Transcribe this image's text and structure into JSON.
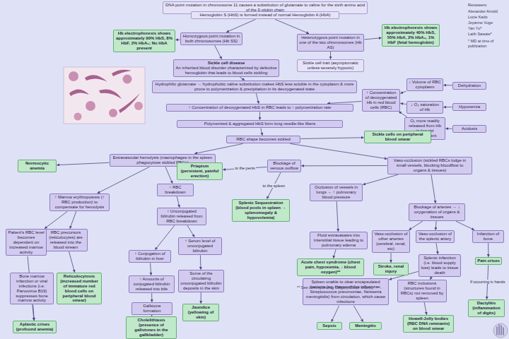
{
  "diagram": {
    "nodes": [
      {
        "text": [
          "DNA point mutation in chromosome 11 causes a substitution of glutamate to valine for the sixth amino acid of the β-globin chain"
        ]
      },
      {
        "text": [
          "Hemoglobin S (HbS) is formed instead of normal Hemoglobin A (HbA)"
        ]
      },
      {
        "text": [
          "Homozygous point mutation in both chromosomes (Hb SS)"
        ]
      },
      {
        "text": [
          "Hb electrophoresis shows approximately 90% HbS, 8% HbF, 2% HbA₂; No HbA present"
        ]
      },
      {
        "text": [
          "Heterozygous point mutation in one of the two chromosomes (Hb AS)"
        ]
      },
      {
        "text": [
          "Hb electrophoresis shows approximately 40% HbS, 55% HbA, 2% HbA₂, 1% HbF (fetal hemoglobin)"
        ]
      },
      {
        "text": [
          "Sickle cell disease",
          "An inherited blood disorder characterized by defective hemoglobin that leads to blood cells sickling"
        ]
      },
      {
        "text": [
          "Sickle cell trait (asymptomatic unless severely hypoxic)"
        ]
      },
      {
        "text": [
          "Hydrophilic glutamate → hydrophobic valine substitution makes HbS less soluble in the cytoplasm & more prone to polymerization & precipitation in its deoxygenated state"
        ]
      },
      {
        "text": [
          "Dehydration"
        ]
      },
      {
        "text": [
          "↓ Volume of RBC cytoplasm"
        ]
      },
      {
        "text": [
          "↑ Concentration of deoxygenated Hb in red blood cells (RBC)"
        ]
      },
      {
        "text": [
          "Hypoxemia"
        ]
      },
      {
        "text": [
          "↓ O₂ saturation of Hb"
        ]
      },
      {
        "text": [
          "Acidosis"
        ]
      },
      {
        "text": [
          "O₂ more readily released from Hb in low pH environment"
        ]
      },
      {
        "text": [
          "↑ Concentration of deoxygenated HbS in RBC leads to ↑ polymerization rate"
        ]
      },
      {
        "text": [
          "Polymerized & aggregated HbS form long needle-like fibers"
        ]
      },
      {
        "text": [
          "RBC shape becomes sickled"
        ]
      },
      {
        "text": [
          "Sickle cells on peripheral blood smear"
        ]
      },
      {
        "text": [
          "Extravascular hemolysis (macrophages in the spleen phagocytose sickled RBCs)"
        ]
      },
      {
        "text": [
          "Normocytic anemia"
        ]
      },
      {
        "text": [
          "Priapism (persistent, painful erection)"
        ]
      },
      {
        "text": [
          "Blockage of venous outflow"
        ]
      },
      {
        "text": [
          "Vaso-occlusion (sickled RBCs lodge in small vessels, blocking bloodflow to organs & tissues)"
        ]
      },
      {
        "text": [
          "↑ Marrow erythropoiesis (↑ RBC production) to compensate for hemolysis"
        ]
      },
      {
        "text": [
          "↑ RBC breakdown"
        ]
      },
      {
        "text": [
          "Occlusion of vessels in lungs → ↑ pulmonary blood pressure"
        ]
      },
      {
        "text": [
          "Splenic Sequestration (blood pools in spleen → splenomegaly & hypovolemia)"
        ]
      },
      {
        "text": [
          "Blockage of arteries → ↓ oxygenation of organs & tissues"
        ]
      },
      {
        "text": [
          "↑ Unconjugated bilirubin released from RBC breakdown"
        ]
      },
      {
        "text": [
          "RBC precursors (reticulocytes) are released into the blood stream"
        ]
      },
      {
        "text": [
          "Patient's RBC level becomes dependent on increased marrow activity"
        ]
      },
      {
        "text": [
          "Fluid extravasates into interstitial tissue leading to pulmonary edema"
        ]
      },
      {
        "text": [
          "Vaso-occlusion of other arteries (cerebral, renal, etc)"
        ]
      },
      {
        "text": [
          "Vaso-occlusion of the splenic artery"
        ]
      },
      {
        "text": [
          "Infarction of bone"
        ]
      },
      {
        "text": [
          "↑ Serum level of unconjugated bilirubin"
        ]
      },
      {
        "text": [
          "↑ Conjugation of bilirubin in liver"
        ]
      },
      {
        "text": [
          "Acute chest syndrome (chest pain, hypoxemia, ↓ blood oxygen)**"
        ]
      },
      {
        "text": [
          "Stroke, renal injury"
        ]
      },
      {
        "text": [
          "Splenic infarction (i.e. blood supply loss) leads to tissue death"
        ]
      },
      {
        "text": [
          "Pain crises"
        ]
      },
      {
        "text": [
          "Some of the circulating unconjugated bilirubin deposits in the skin"
        ]
      },
      {
        "text": [
          "↑ Amounts of conjugated bilirubin released into bile"
        ]
      },
      {
        "text": [
          "Reticulocytosis (increased number of immature red blood cells on peripheral blood smear)"
        ]
      },
      {
        "text": [
          "Bone marrow infarction or viral infections (i.e. Parvovirus B19) suppresses bone marrow activity"
        ]
      },
      {
        "text": [
          "Spleen unable to clear encapsulated bacteria (eg. Haemophilus influenzae, Streptococcus pneumoniae, Neisseria meningitidis) from circulation, which cause infections"
        ]
      },
      {
        "text": [
          "RBC inclusions (structures found in RBCs) not removed by spleen"
        ]
      },
      {
        "text": [
          "Gallstone formation"
        ]
      },
      {
        "text": [
          "Jaundice (yellowing of skin)"
        ]
      },
      {
        "text": [
          "Dactylitis (inflammation of digits)"
        ]
      },
      {
        "text": [
          "Cholelithiasis (presence of gallstones in the gallbladder)"
        ]
      },
      {
        "text": [
          "Aplastic crises (profound anemia)"
        ]
      },
      {
        "text": [
          "Sepsis"
        ]
      },
      {
        "text": [
          "Meningitis"
        ]
      },
      {
        "text": [
          "Howell-Jolly bodies (RBC DNA remnants) on blood smear"
        ]
      }
    ],
    "edges": [
      {
        "from": 0,
        "to": 1,
        "arrow": "to"
      },
      {
        "from": 1,
        "to": 2,
        "arrow": "to"
      },
      {
        "from": 1,
        "to": 4,
        "arrow": "to"
      },
      {
        "from": 2,
        "to": 3,
        "arrow": "to"
      },
      {
        "from": 2,
        "to": 6,
        "arrow": "to"
      },
      {
        "from": 4,
        "to": 5,
        "arrow": "to"
      },
      {
        "from": 4,
        "to": 7,
        "arrow": "to"
      },
      {
        "from": 6,
        "to": 8,
        "arrow": "to"
      },
      {
        "from": 8,
        "to": 16,
        "arrow": "to"
      },
      {
        "from": 9,
        "to": 10,
        "arrow": "to"
      },
      {
        "from": 10,
        "to": 11,
        "arrow": "to"
      },
      {
        "from": 12,
        "to": 13,
        "arrow": "to"
      },
      {
        "from": 13,
        "to": 11,
        "arrow": "to"
      },
      {
        "from": 14,
        "to": 15,
        "arrow": "to"
      },
      {
        "from": 15,
        "to": 11,
        "arrow": "to"
      },
      {
        "from": 11,
        "to": 16,
        "arrow": "to"
      },
      {
        "from": 16,
        "to": 17,
        "arrow": "to"
      },
      {
        "from": 17,
        "to": 18,
        "arrow": "to"
      },
      {
        "from": 18,
        "to": 19,
        "arrow": "to"
      },
      {
        "from": 18,
        "to": 20,
        "arrow": "to"
      },
      {
        "from": 18,
        "to": 24,
        "arrow": "to"
      },
      {
        "from": 20,
        "to": 21,
        "arrow": "to"
      },
      {
        "from": 20,
        "to": 25,
        "arrow": "to"
      },
      {
        "from": 20,
        "to": 26,
        "arrow": "to"
      },
      {
        "from": 24,
        "to": 23,
        "arrow": "to"
      },
      {
        "from": 23,
        "to": 22,
        "label": "to the penis",
        "arrow": "to"
      },
      {
        "from": 23,
        "to": 28,
        "label": "to the spleen",
        "arrow": "to"
      },
      {
        "from": 24,
        "to": 27,
        "arrow": "to"
      },
      {
        "from": 24,
        "to": 29,
        "arrow": "to"
      },
      {
        "from": 25,
        "to": 31,
        "arrow": "to"
      },
      {
        "from": 25,
        "to": 32,
        "arrow": "to"
      },
      {
        "from": 26,
        "to": 30,
        "arrow": "to"
      },
      {
        "from": 30,
        "to": 37,
        "arrow": "to"
      },
      {
        "from": 30,
        "to": 38,
        "arrow": "to"
      },
      {
        "from": 27,
        "to": 33,
        "arrow": "to"
      },
      {
        "from": 33,
        "to": 39,
        "arrow": "to"
      },
      {
        "from": 29,
        "to": 34,
        "arrow": "to"
      },
      {
        "from": 29,
        "to": 35,
        "arrow": "to"
      },
      {
        "from": 29,
        "to": 36,
        "arrow": "to"
      },
      {
        "from": 34,
        "to": 40,
        "arrow": "to"
      },
      {
        "from": 35,
        "to": 41,
        "arrow": "to"
      },
      {
        "from": 36,
        "to": 42,
        "arrow": "to"
      },
      {
        "from": 37,
        "to": 43,
        "arrow": "to"
      },
      {
        "from": 43,
        "to": 50,
        "arrow": "to"
      },
      {
        "from": 38,
        "to": 44,
        "arrow": "to"
      },
      {
        "from": 44,
        "to": 49,
        "arrow": "to"
      },
      {
        "from": 49,
        "to": 52,
        "arrow": "to"
      },
      {
        "from": 31,
        "to": 45,
        "arrow": "to"
      },
      {
        "from": 32,
        "to": 53,
        "arrow": "to"
      },
      {
        "from": 46,
        "to": 53,
        "arrow": "to"
      },
      {
        "from": 41,
        "to": 47,
        "arrow": "to"
      },
      {
        "from": 41,
        "to": 48,
        "arrow": "to"
      },
      {
        "from": 47,
        "to": 54,
        "arrow": "to"
      },
      {
        "from": 47,
        "to": 55,
        "arrow": "to"
      },
      {
        "from": 48,
        "to": 56,
        "arrow": "to"
      },
      {
        "from": 42,
        "to": 51,
        "label": "If occurring in hands",
        "arrow": "to"
      }
    ],
    "labels": [
      "Reviewers:",
      "Alexander Arnold",
      "Lucie Kado",
      "Joyanne Vuge",
      "Yan Yu*",
      "Laith Sawaie*",
      "* MD at time of publication",
      "** See corresponding Calgary Guide slide(s)"
    ]
  }
}
